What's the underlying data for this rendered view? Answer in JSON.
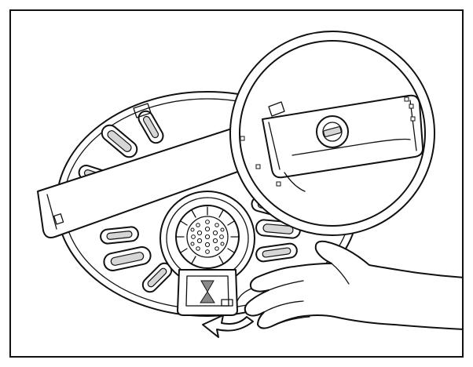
{
  "figure": {
    "colors": {
      "line": "#111111",
      "fill": "#ffffff",
      "shade": "#d6d6d6",
      "accent": "#8a8a8a"
    },
    "parts": [
      "base-plate",
      "support-arm",
      "stand-ring",
      "filter-basket",
      "locking-handle",
      "hand",
      "rotation-arrow"
    ]
  }
}
